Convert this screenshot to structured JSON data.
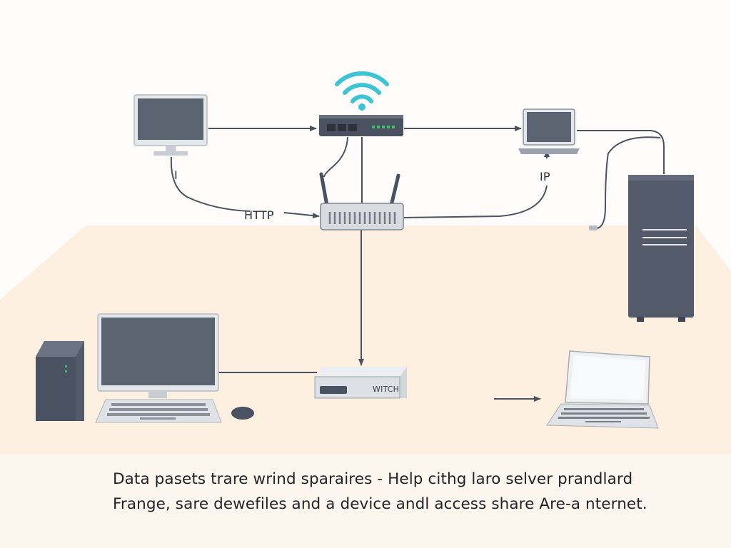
{
  "labels": {
    "left_i": "I",
    "http": "HTTP",
    "ip": "IP",
    "switch": "WITCH"
  },
  "caption": {
    "line1": "Data pasets trare wrind sparaires - Help cithg laro selver prandlard",
    "line2": "Frange, sare dewefiles and a device andl access share Are-a nternet."
  },
  "colors": {
    "device_dark": "#535b6b",
    "device_screen": "#6b7382",
    "floor": "#fdf0e1",
    "wifi": "#3cc4d2",
    "line": "#4d5260",
    "led_green": "#3bbf6a"
  },
  "icons": [
    "wifi-icon",
    "monitor-icon",
    "laptop-icon",
    "router-icon",
    "switch-icon",
    "server-tower-icon",
    "desktop-tower-icon",
    "keyboard-icon",
    "mouse-icon"
  ]
}
